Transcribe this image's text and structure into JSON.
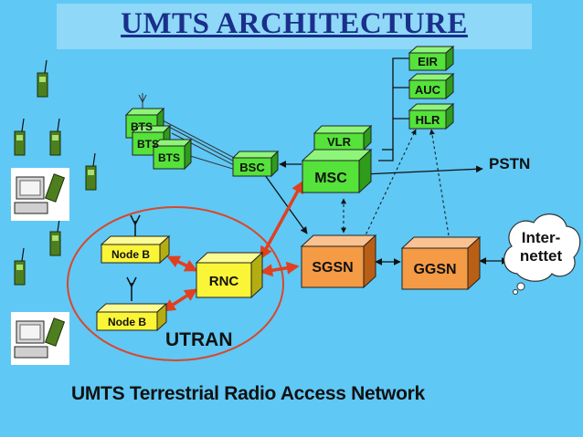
{
  "title": "UMTS ARCHITECTURE",
  "footer": "UMTS Terrestrial Radio Access Network",
  "utran_label": "UTRAN",
  "pstn_label": "PSTN",
  "cloud": {
    "line1": "Inter-",
    "line2": "nettet"
  },
  "colors": {
    "background": "#5fc8f5",
    "title": "#1a2f8a",
    "green_box": "#55e23a",
    "yellow_box": "#fbf537",
    "orange_box": "#f59a45",
    "red_arrow": "#e0401f",
    "utran_ring": "#d9472a"
  },
  "nodes": {
    "bts1": "BTS",
    "bts2": "BTS",
    "bts3": "BTS",
    "bsc": "BSC",
    "vlr": "VLR",
    "msc": "MSC",
    "eir": "EIR",
    "auc": "AUC",
    "hlr": "HLR",
    "nodeb1": "Node B",
    "nodeb2": "Node B",
    "rnc": "RNC",
    "sgsn": "SGSN",
    "ggsn": "GGSN"
  },
  "icons": [
    "mobile-phone-icon",
    "computer-terminal-icon",
    "antenna-icon",
    "internet-cloud-icon"
  ]
}
